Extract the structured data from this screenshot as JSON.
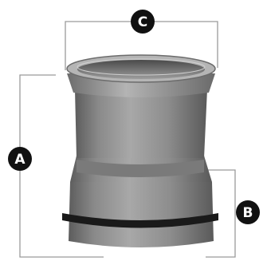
{
  "dimensions": {
    "a": {
      "label": "A",
      "color": "#111111"
    },
    "b": {
      "label": "B",
      "color": "#111111"
    },
    "c": {
      "label": "C",
      "color": "#111111"
    }
  },
  "part": {
    "body_color": "#8e8e8e",
    "seal_ring_color": "#1a1a1a"
  }
}
